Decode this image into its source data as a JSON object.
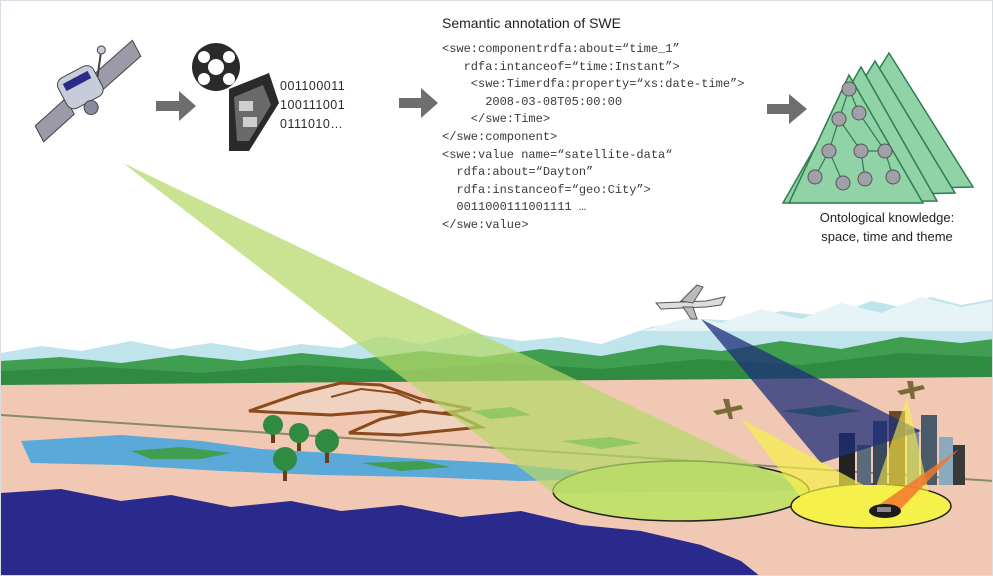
{
  "title": "Semantic annotation of SWE",
  "code_lines": [
    "<swe:componentrdfa:about=“time_1”",
    "   rdfa:intanceof=“time:Instant”>",
    "    <swe:Timerdfa:property=“xs:date-time”>",
    "      2008-03-08T05:00:00",
    "    </swe:Time>",
    "</swe:component>",
    "<swe:value name=“satellite-data“",
    "  rdfa:about=“Dayton”",
    "  rdfa:instanceof=“geo:City”>",
    "  0011000111001111 …",
    "</swe:value>"
  ],
  "binary_lines": [
    "001100011",
    "100111001",
    "0111010…"
  ],
  "ontology_lines": [
    "Ontological knowledge:",
    "space, time and theme"
  ],
  "icons": [
    "satellite-icon",
    "film-reel-icon",
    "arrow-right-icon",
    "ontology-graph-icon",
    "drone-icon",
    "aircraft-icon",
    "city-icon",
    "tree-icon",
    "vehicle-icon"
  ],
  "colors": {
    "arrow": "#6e6e6e",
    "ontology_fill": "#8fd3a6",
    "ontology_stroke": "#2e7d4f",
    "satellite_beam": "#b5d86a",
    "drone_beam": "#1f2f7a",
    "sensor_beam": "#f6f04a",
    "vehicle_beam": "#f2782a",
    "ocean": "#2a2a8c",
    "water": "#5aa9d8",
    "land": "#f0c8b4",
    "grass": "#3f9e4f",
    "mountains": "#bfe4ec"
  }
}
